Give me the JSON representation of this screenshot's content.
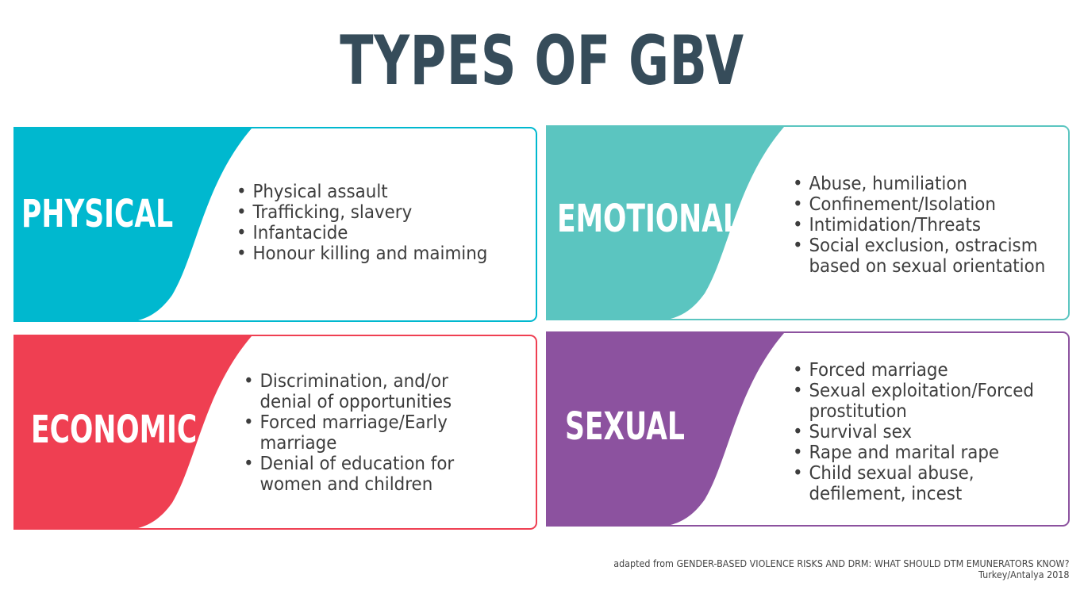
{
  "title": "TYPES OF GBV",
  "cards": [
    {
      "id": "physical",
      "label": "PHYSICAL",
      "color": "#00b8cf",
      "items": [
        "Physical assault",
        "Trafficking, slavery",
        "Infantacide",
        "Honour killing and maiming"
      ]
    },
    {
      "id": "emotional",
      "label": "EMOTIONAL",
      "color": "#5bc5c0",
      "items": [
        "Abuse, humiliation",
        "Confinement/Isolation",
        "Intimidation/Threats",
        "Social exclusion, ostracism based on sexual orientation"
      ]
    },
    {
      "id": "economic",
      "label": "ECONOMIC",
      "color": "#ef3f52",
      "items": [
        "Discrimination, and/or denial of opportunities",
        "Forced marriage/Early marriage",
        "Denial of education for women and children"
      ]
    },
    {
      "id": "sexual",
      "label": "SEXUAL",
      "color": "#8c529f",
      "items": [
        "Forced marriage",
        "Sexual exploitation/Forced prostitution",
        "Survival sex",
        "Rape and marital rape",
        "Child sexual abuse, defilement, incest"
      ]
    }
  ],
  "footnote": {
    "line1": "adapted from GENDER-BASED VIOLENCE RISKS AND DRM: WHAT SHOULD DTM EMUNERATORS KNOW?",
    "line2": "Turkey/Antalya 2018"
  }
}
